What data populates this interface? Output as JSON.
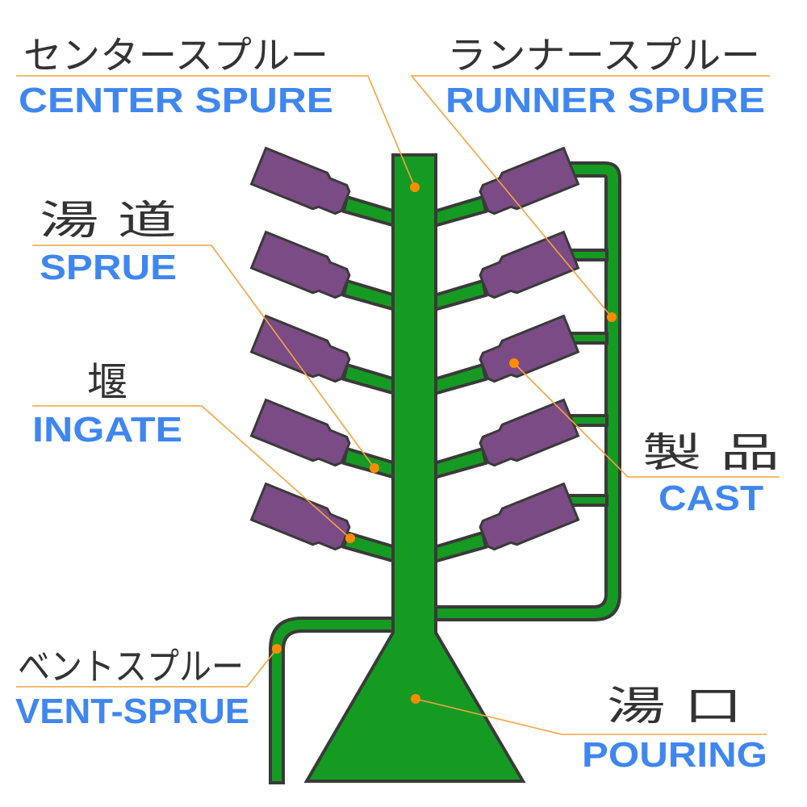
{
  "colors": {
    "tree_fill": "#159a22",
    "tree_stroke": "#3a3a3a",
    "cast_fill": "#7a4b84",
    "leader_line": "#f5a340",
    "leader_dot": "#ff8c00",
    "english_label": "#3f86f0",
    "japanese_label": "#333333"
  },
  "labels": {
    "center_spure": {
      "jp": "センタースプルー",
      "en": "CENTER SPURE"
    },
    "runner_spure": {
      "jp": "ランナースプルー",
      "en": "RUNNER SPURE"
    },
    "sprue": {
      "jp": "湯 道",
      "en": "SPRUE"
    },
    "ingate": {
      "jp": "堰",
      "en": "INGATE"
    },
    "cast": {
      "jp": "製 品",
      "en": "CAST"
    },
    "vent_sprue": {
      "jp": "ベントスプルー",
      "en": "VENT-SPRUE"
    },
    "pouring": {
      "jp": "湯 口",
      "en": "POURING"
    }
  }
}
